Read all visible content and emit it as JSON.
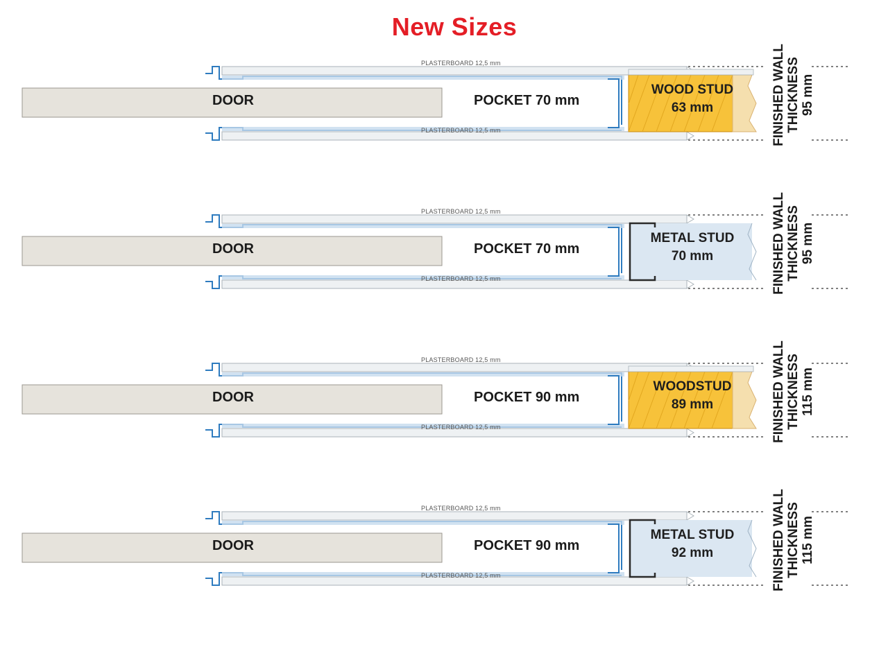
{
  "title": "New Sizes",
  "plasterboard_label": "PLASTERBOARD 12,5 mm",
  "door_label": "DOOR",
  "pocket_word": "POCKET",
  "finished_label": "FINISHED WALL THICKNESS",
  "finished_line1": "FINISHED WALL",
  "finished_line2": "THICKNESS",
  "colors": {
    "title": "#e41e26",
    "door_fill": "#e6e3dc",
    "wood_stud": "#f7c23a",
    "metal_stud": "#dbe7f2",
    "plasterboard": "#e8ecef",
    "steel_frame": "#2e7bbf"
  },
  "rows": [
    {
      "pocket_width": "70 mm",
      "stud_type": "wood",
      "stud_line1": "WOOD STUD",
      "stud_line2": "63 mm",
      "thickness": "95 mm"
    },
    {
      "pocket_width": "70 mm",
      "stud_type": "metal",
      "stud_line1": "METAL STUD",
      "stud_line2": "70 mm",
      "thickness": "95 mm"
    },
    {
      "pocket_width": "90 mm",
      "stud_type": "wood",
      "stud_line1": "WOODSTUD",
      "stud_line2": "89 mm",
      "thickness": "115 mm"
    },
    {
      "pocket_width": "90 mm",
      "stud_type": "metal",
      "stud_line1": "METAL STUD",
      "stud_line2": "92 mm",
      "thickness": "115 mm"
    }
  ]
}
